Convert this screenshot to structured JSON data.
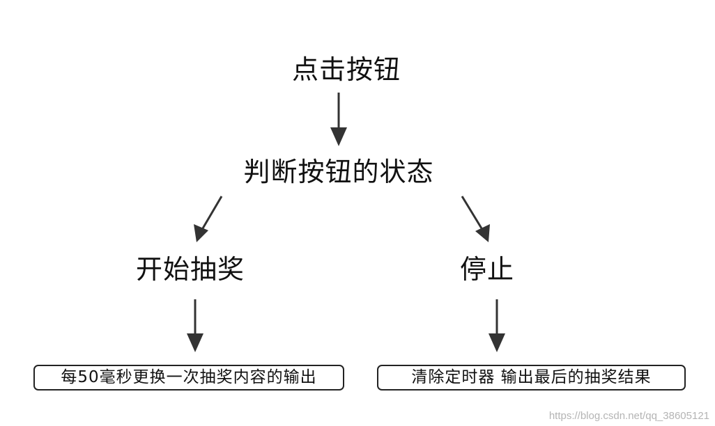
{
  "nodes": {
    "click_button": "点击按钮",
    "check_state": "判断按钮的状态",
    "start_lottery": "开始抽奖",
    "stop": "停止"
  },
  "boxes": {
    "left": "每50毫秒更换一次抽奖内容的输出",
    "right": "清除定时器  输出最后的抽奖结果"
  },
  "watermark": "https://blog.csdn.net/qq_38605121",
  "colors": {
    "arrow": "#333333",
    "text": "#111111",
    "border": "#222222",
    "watermark": "#b4b4b4"
  }
}
